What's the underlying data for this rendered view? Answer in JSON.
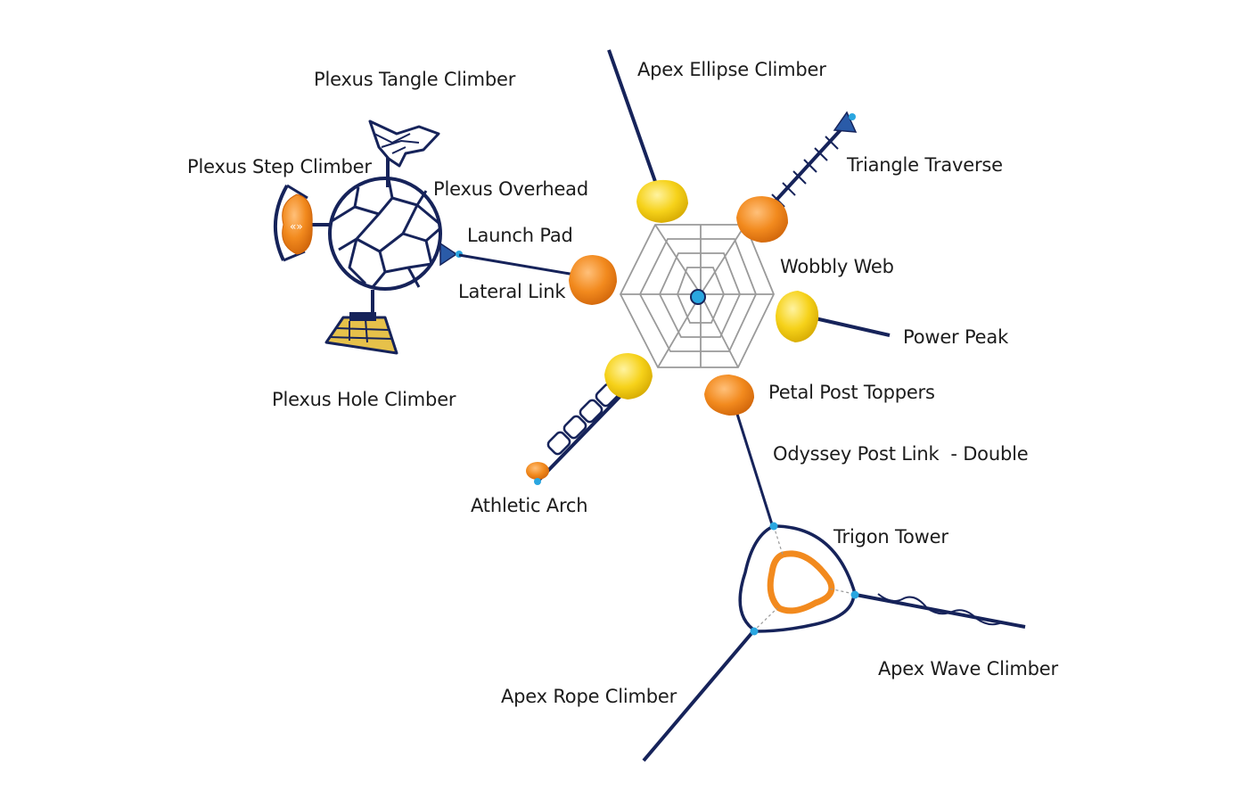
{
  "labels": {
    "plexus_tangle_climber": "Plexus Tangle Climber",
    "plexus_step_climber": "Plexus Step Climber",
    "plexus_overhead": "Plexus Overhead",
    "launch_pad": "Launch Pad",
    "lateral_link": "Lateral Link",
    "plexus_hole_climber": "Plexus Hole Climber",
    "apex_ellipse_climber": "Apex Ellipse Climber",
    "triangle_traverse": "Triangle Traverse",
    "wobbly_web": "Wobbly Web",
    "power_peak": "Power Peak",
    "petal_post_toppers": "Petal Post Toppers",
    "odyssey_post_link_double": "Odyssey Post Link  - Double",
    "athletic_arch": "Athletic Arch",
    "trigon_tower": "Trigon Tower",
    "apex_wave_climber": "Apex Wave Climber",
    "apex_rope_climber": "Apex Rope Climber"
  },
  "colors": {
    "frame_navy": "#16235a",
    "topper_yellow": "#f6d21a",
    "topper_orange": "#f28a1e",
    "web_gray": "#9a9a9a",
    "connector_blue": "#2aa6e0",
    "label_text": "#1c1c1c"
  }
}
